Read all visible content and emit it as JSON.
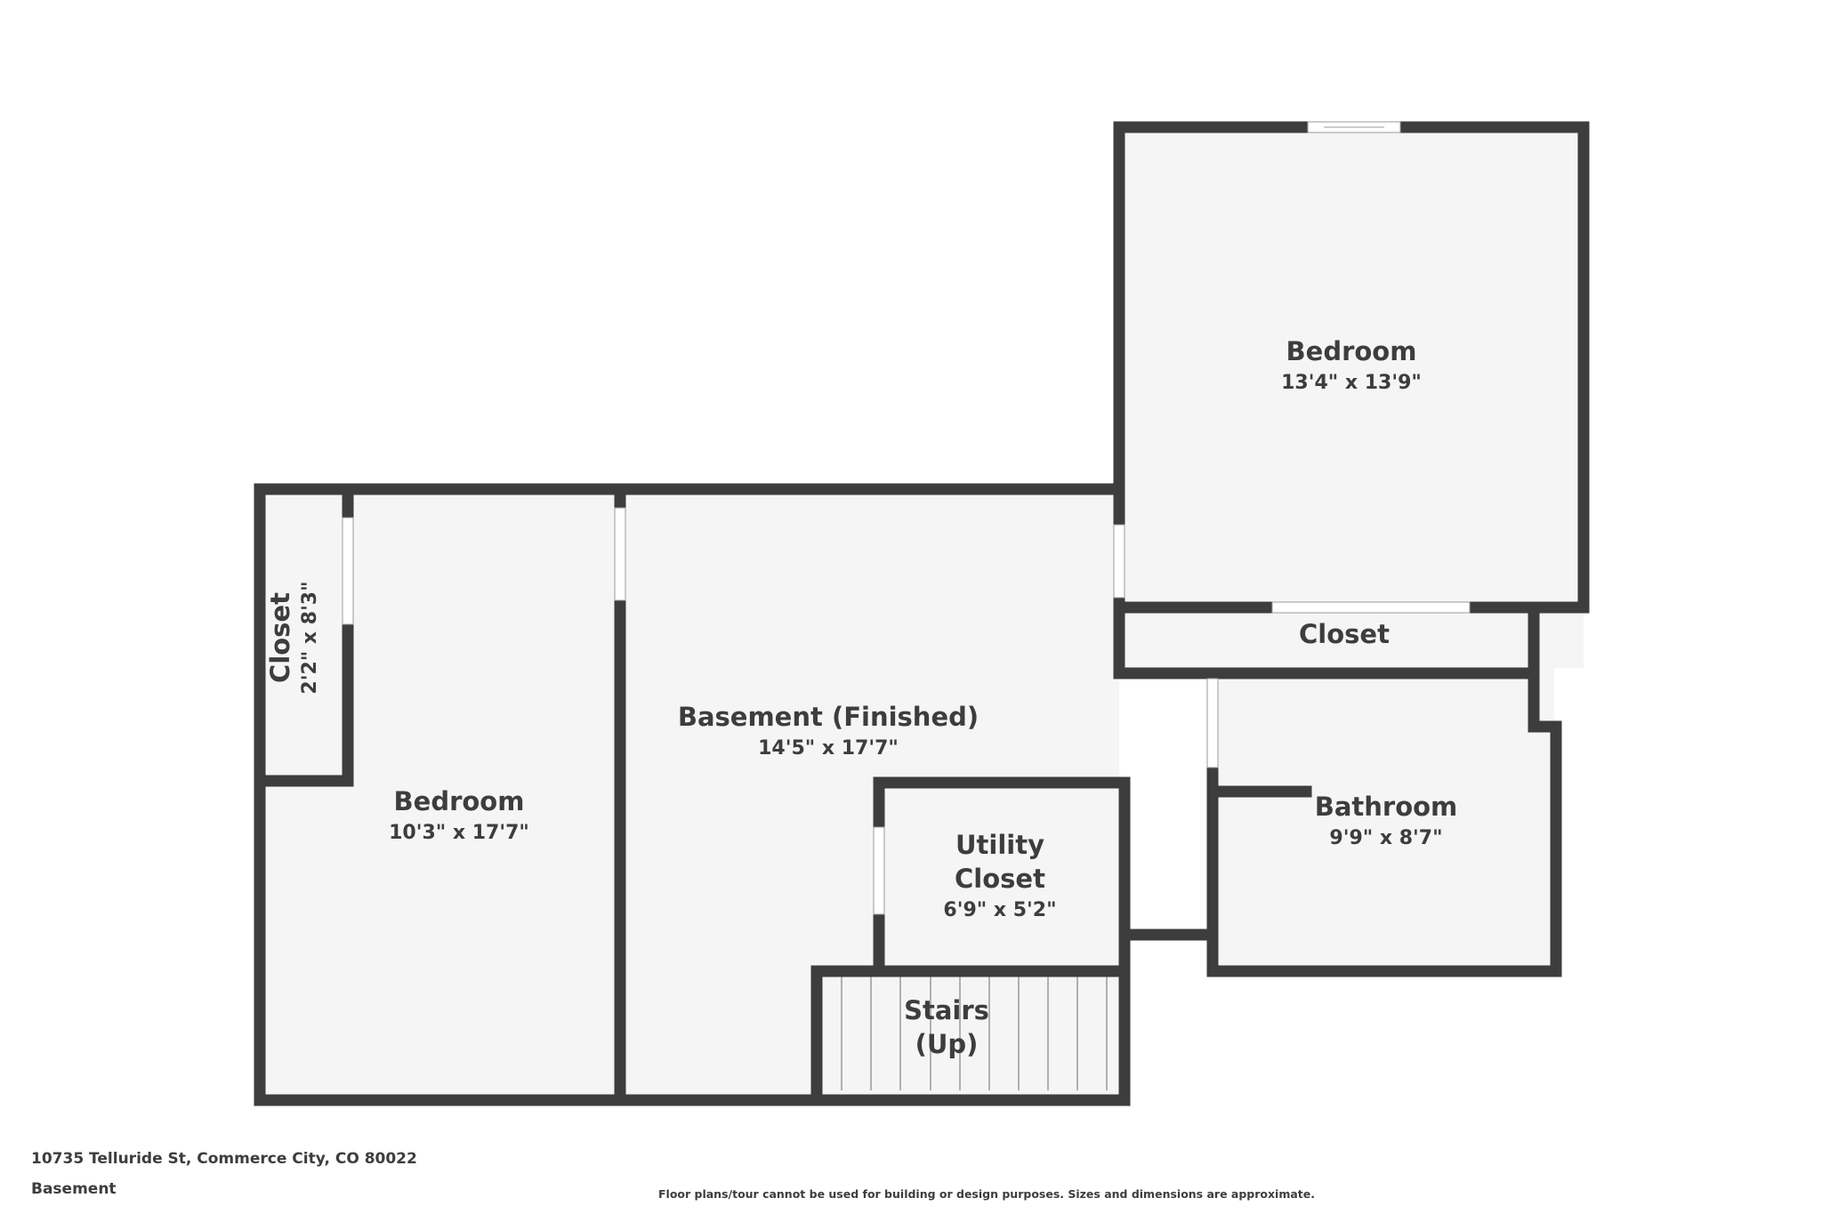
{
  "plan": {
    "colors": {
      "wall": "#3d3d3d",
      "floor": "#f5f5f5",
      "opening": "#ffffff",
      "stair_line": "#9a9a9a"
    },
    "rooms": {
      "bedroom_upper": {
        "name": "Bedroom",
        "dims": "13'4\" x 13'9\""
      },
      "closet_upper": {
        "name": "Closet"
      },
      "basement": {
        "name": "Basement (Finished)",
        "dims": "14'5\" x 17'7\""
      },
      "closet_left": {
        "name": "Closet",
        "dims": "2'2\" x 8'3\""
      },
      "bedroom_lower": {
        "name": "Bedroom",
        "dims": "10'3\" x 17'7\""
      },
      "utility": {
        "name_line1": "Utility",
        "name_line2": "Closet",
        "dims": "6'9\" x 5'2\""
      },
      "stairs": {
        "name_line1": "Stairs",
        "name_line2": "(Up)"
      },
      "bathroom": {
        "name": "Bathroom",
        "dims": "9'9\" x 8'7\""
      }
    }
  },
  "footer": {
    "address": "10735 Telluride St, Commerce City, CO 80022",
    "floor_label": "Basement",
    "disclaimer": "Floor plans/tour cannot be used for building or design purposes. Sizes and dimensions are approximate."
  }
}
